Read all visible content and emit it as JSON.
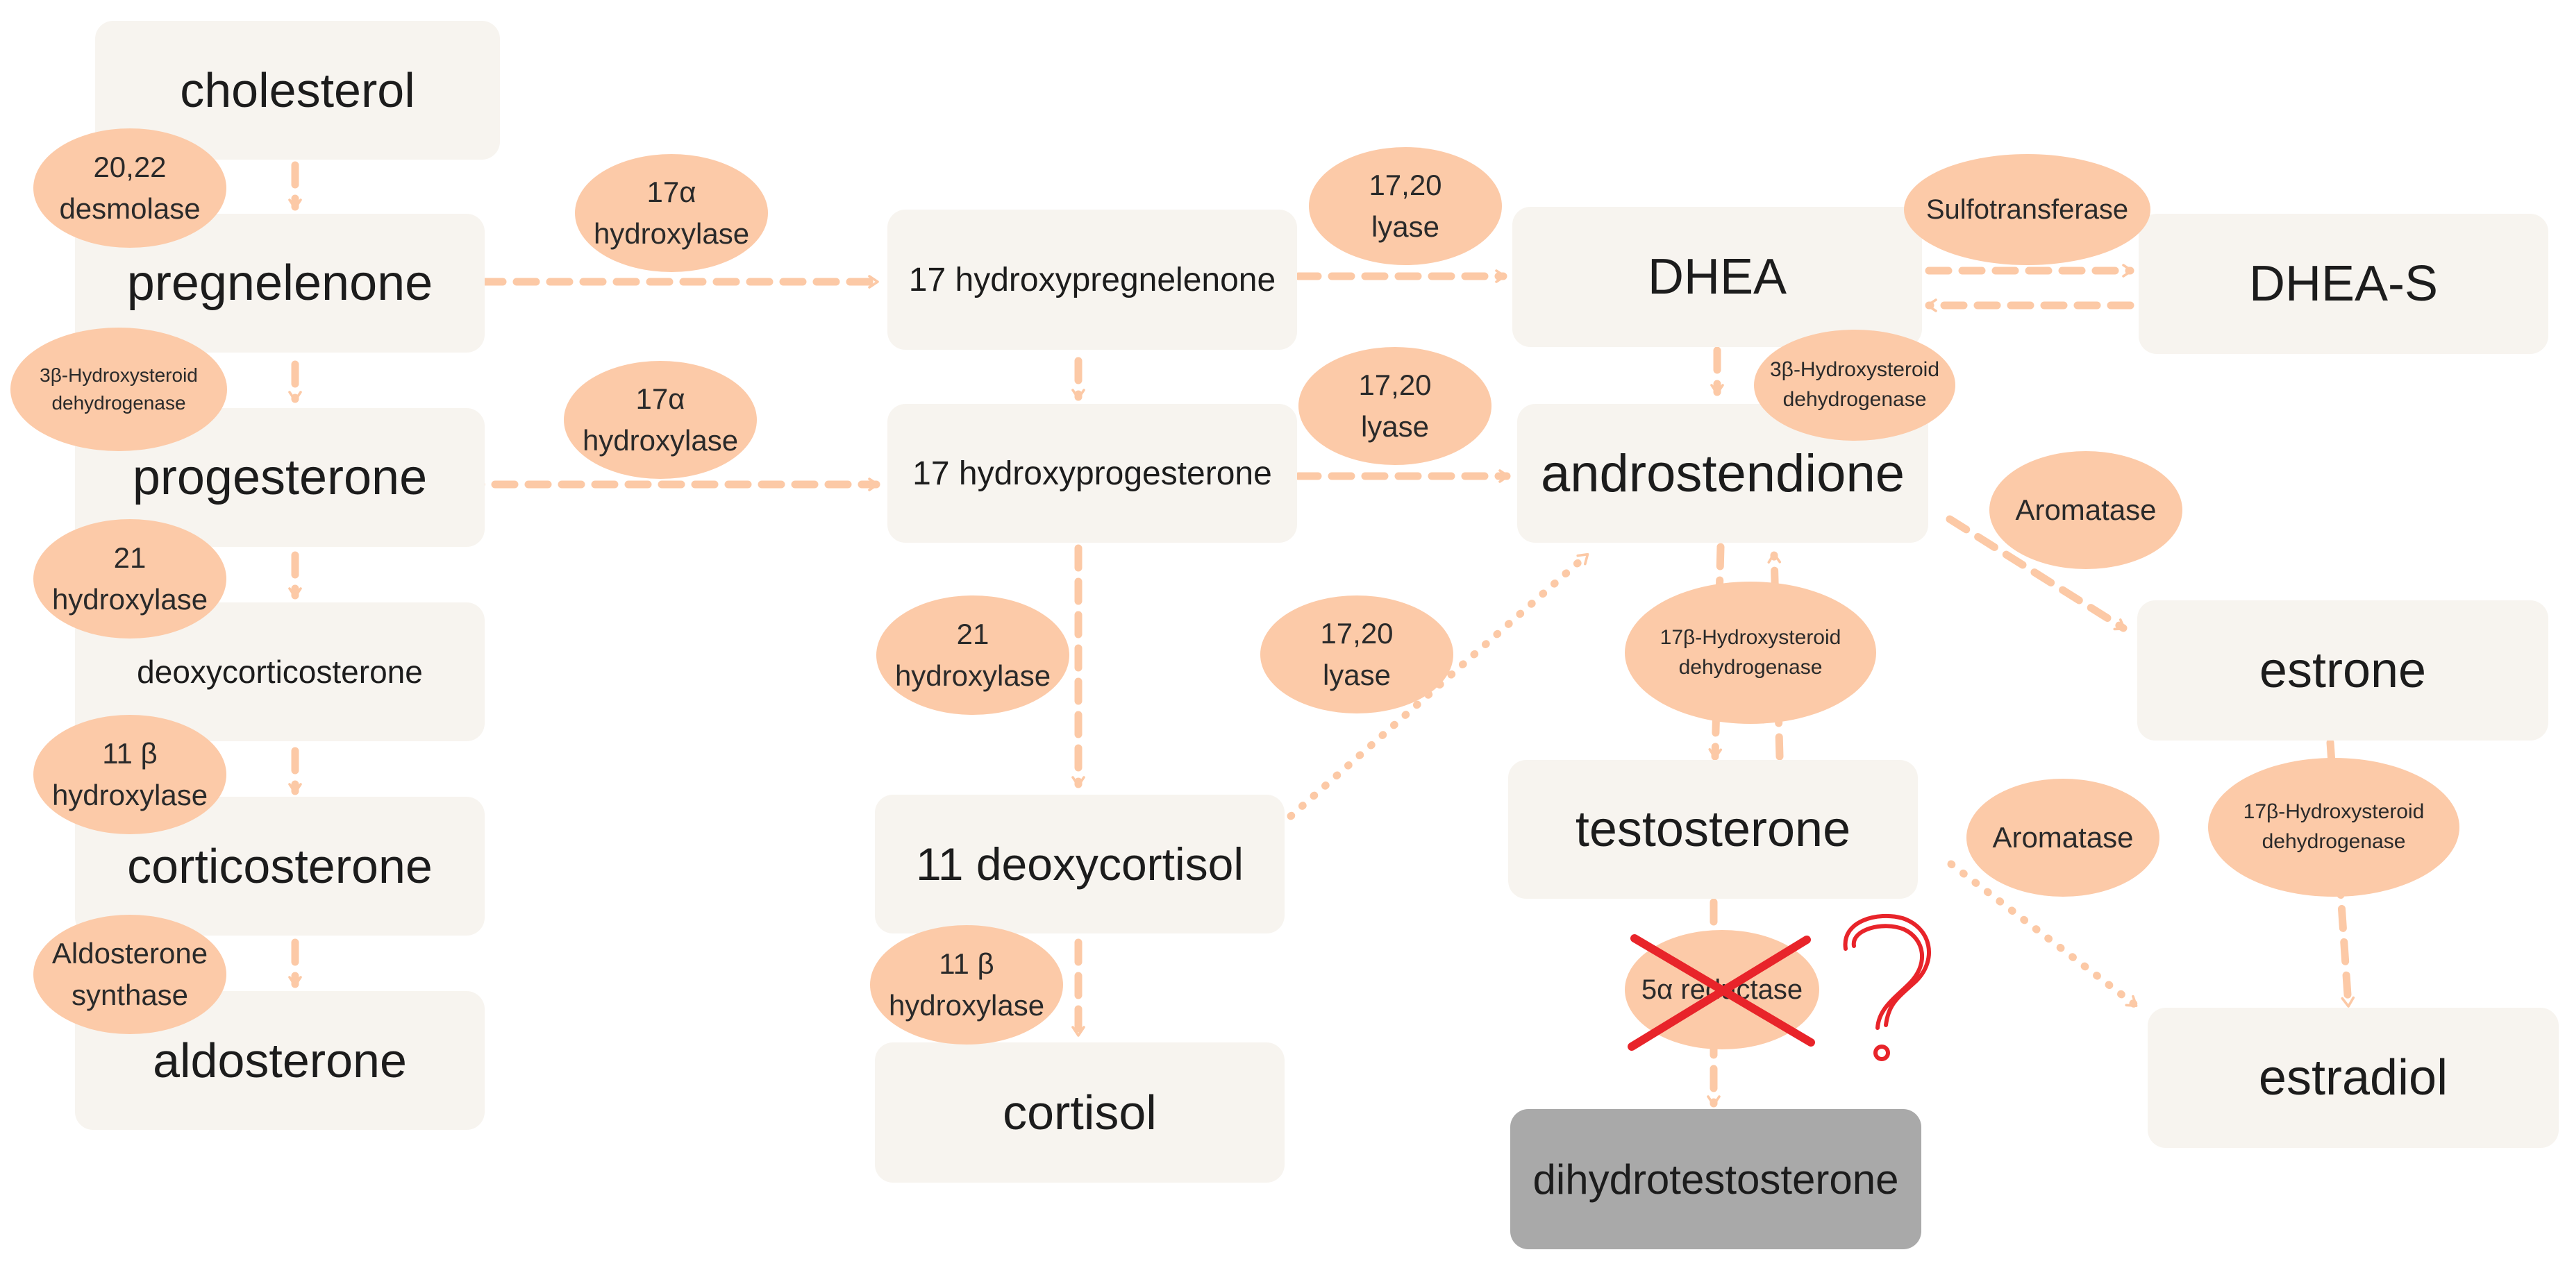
{
  "colors": {
    "compound_fill": "#f7f4ef",
    "product_fill": "#a9a9a9",
    "enzyme_fill": "#fccaa8",
    "arrow": "#fcc9a6",
    "cross_mark": "#e8242a"
  },
  "compounds": {
    "cholesterol": "cholesterol",
    "pregnelenone": "pregnelenone",
    "progesterone": "progesterone",
    "deoxycorticosterone": "deoxycorticosterone",
    "corticosterone": "corticosterone",
    "aldosterone": "aldosterone",
    "hydroxypregnelenone17": "17 hydroxypregnelenone",
    "hydroxyprogesterone17": "17 hydroxyprogesterone",
    "deoxycortisol11": "11 deoxycortisol",
    "cortisol": "cortisol",
    "dhea": "DHEA",
    "dheas": "DHEA-S",
    "androstendione": "androstendione",
    "testosterone": "testosterone",
    "dihydrotestosterone": "dihydrotestosterone",
    "estrone": "estrone",
    "estradiol": "estradiol"
  },
  "enzymes": {
    "desmolase": "20,22\ndesmolase",
    "hsd3b_left": "3β-Hydroxysteroid\ndehydrogenase",
    "hydroxylase21_left": "21\nhydroxylase",
    "hydroxylase11b_left": "11 β\nhydroxylase",
    "aldosterone_synthase": "Aldosterone\nsynthase",
    "hydroxylase17a_top": "17α\nhydroxylase",
    "hydroxylase17a_mid": "17α\nhydroxylase",
    "lyase_top": "17,20\nlyase",
    "lyase_mid": "17,20\nlyase",
    "lyase_low": "17,20\nlyase",
    "hydroxylase21_mid": "21\nhydroxylase",
    "hydroxylase11b_mid": "11 β\nhydroxylase",
    "sulfotransferase": "Sulfotransferase",
    "hsd3b_right": "3β-Hydroxysteroid\ndehydrogenase",
    "hsd17b_mid": "17β-Hydroxysteroid\ndehydrogenase",
    "hsd17b_right": "17β-Hydroxysteroid\ndehydrogenase",
    "aromatase_top": "Aromatase",
    "aromatase_low": "Aromatase",
    "reductase5a": "5α reductase"
  },
  "annotations": {
    "question_mark": "?"
  }
}
